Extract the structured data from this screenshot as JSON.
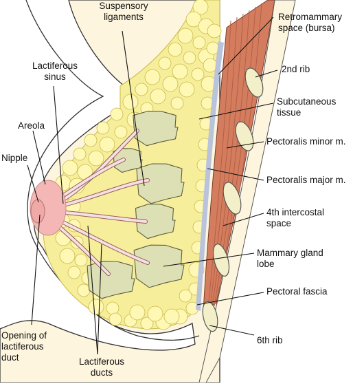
{
  "colors": {
    "skin": "#fdf5dd",
    "fat": "#f6ee9a",
    "fat_nodule": "#fff8b4",
    "fat_edge": "#c9b94a",
    "gland": "#dde0b4",
    "gland_edge": "#5e5e3c",
    "muscle": "#d47d5e",
    "muscle_stripe": "#b35f46",
    "fascia": "#b9c3dc",
    "rib": "#f3efc8",
    "areola": "#f4b7b5",
    "duct": "#f3e2e2",
    "leader": "#111111"
  },
  "labels": {
    "suspensory": [
      "Suspensory",
      "ligaments"
    ],
    "retromammary": [
      "Retromammary",
      "space (bursa)"
    ],
    "lactiferous_sinus": [
      "Lactiferous",
      "sinus"
    ],
    "second_rib": "2nd rib",
    "subcutaneous": [
      "Subcutaneous",
      "tissue"
    ],
    "areola": "Areola",
    "nipple": "Nipple",
    "pectoralis_minor": "Pectoralis minor m.",
    "pectoralis_major": "Pectoralis major m.",
    "intercostal": [
      "4th intercostal",
      "space"
    ],
    "mammary_lobe": [
      "Mammary gland",
      "lobe"
    ],
    "pectoral_fascia": "Pectoral fascia",
    "opening_duct": [
      "Opening of",
      "lactiferous",
      "duct"
    ],
    "sixth_rib": "6th rib",
    "lactiferous_ducts": [
      "Lactiferous",
      "ducts"
    ]
  }
}
